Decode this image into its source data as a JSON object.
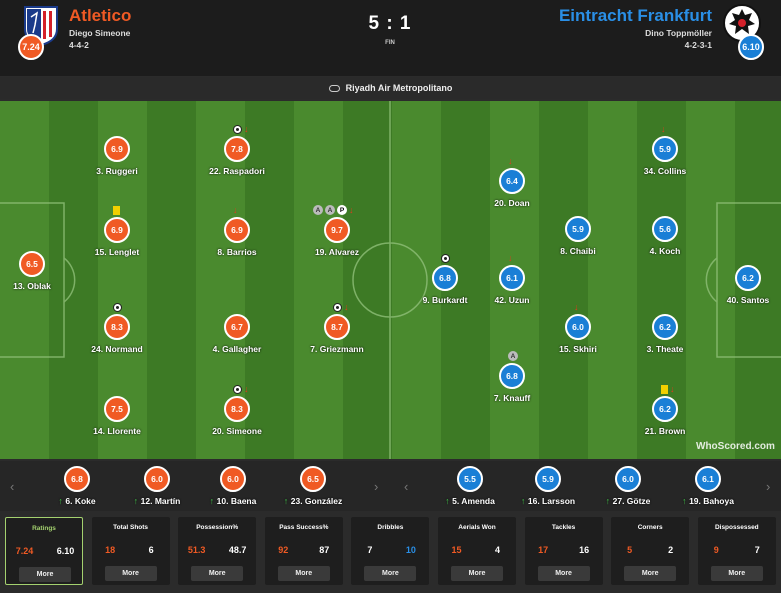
{
  "home": {
    "name": "Atletico",
    "manager": "Diego Simeone",
    "formation": "4-4-2",
    "rating": "7.24",
    "color": "#f05a24"
  },
  "away": {
    "name": "Eintracht Frankfurt",
    "manager": "Dino Toppmöller",
    "formation": "4-2-3-1",
    "rating": "6.10",
    "color": "#1a7fd6"
  },
  "score": "5 : 1",
  "status": "FIN",
  "venue": "Riyadh Air Metropolitano",
  "watermark": "WhoScored.com",
  "home_players": [
    {
      "rating": "6.5",
      "name": "13. Oblak"
    },
    {
      "rating": "7.5",
      "name": "14. Llorente"
    },
    {
      "rating": "8.3",
      "name": "24. Normand"
    },
    {
      "rating": "6.9",
      "name": "15. Lenglet"
    },
    {
      "rating": "6.9",
      "name": "3. Ruggeri"
    },
    {
      "rating": "8.3",
      "name": "20. Simeone"
    },
    {
      "rating": "6.7",
      "name": "4. Gallagher"
    },
    {
      "rating": "6.9",
      "name": "8. Barrios"
    },
    {
      "rating": "7.8",
      "name": "22. Raspadori"
    },
    {
      "rating": "8.7",
      "name": "7. Griezmann"
    },
    {
      "rating": "9.7",
      "name": "19. Alvarez"
    }
  ],
  "away_players": [
    {
      "rating": "6.2",
      "name": "40. Santos"
    },
    {
      "rating": "5.9",
      "name": "34. Collins"
    },
    {
      "rating": "5.6",
      "name": "4. Koch"
    },
    {
      "rating": "6.2",
      "name": "3. Theate"
    },
    {
      "rating": "6.2",
      "name": "21. Brown"
    },
    {
      "rating": "5.9",
      "name": "8. Chaibi"
    },
    {
      "rating": "6.0",
      "name": "15. Skhiri"
    },
    {
      "rating": "6.4",
      "name": "20. Doan"
    },
    {
      "rating": "6.1",
      "name": "42. Uzun"
    },
    {
      "rating": "6.8",
      "name": "7. Knauff"
    },
    {
      "rating": "6.8",
      "name": "9. Burkardt"
    }
  ],
  "event_labels": {
    "assist": "A",
    "penalty": "P"
  },
  "subs": {
    "home": [
      {
        "rating": "6.8",
        "name": "6. Koke"
      },
      {
        "rating": "6.0",
        "name": "12. Martín"
      },
      {
        "rating": "6.0",
        "name": "10. Baena"
      },
      {
        "rating": "6.5",
        "name": "23. González"
      }
    ],
    "away": [
      {
        "rating": "5.5",
        "name": "5. Amenda"
      },
      {
        "rating": "5.9",
        "name": "16. Larsson"
      },
      {
        "rating": "6.0",
        "name": "27. Götze"
      },
      {
        "rating": "6.1",
        "name": "19. Bahoya"
      }
    ]
  },
  "stats": [
    {
      "title": "Ratings",
      "home": "7.24",
      "away": "6.10",
      "more": "More"
    },
    {
      "title": "Total Shots",
      "home": "18",
      "away": "6",
      "more": "More"
    },
    {
      "title": "Possession%",
      "home": "51.3",
      "away": "48.7",
      "more": "More"
    },
    {
      "title": "Pass Success%",
      "home": "92",
      "away": "87",
      "more": "More"
    },
    {
      "title": "Dribbles",
      "home": "7",
      "away": "10",
      "more": "More"
    },
    {
      "title": "Aerials Won",
      "home": "15",
      "away": "4",
      "more": "More"
    },
    {
      "title": "Tackles",
      "home": "17",
      "away": "16",
      "more": "More"
    },
    {
      "title": "Corners",
      "home": "5",
      "away": "2",
      "more": "More"
    },
    {
      "title": "Dispossessed",
      "home": "9",
      "away": "7",
      "more": "More"
    }
  ]
}
